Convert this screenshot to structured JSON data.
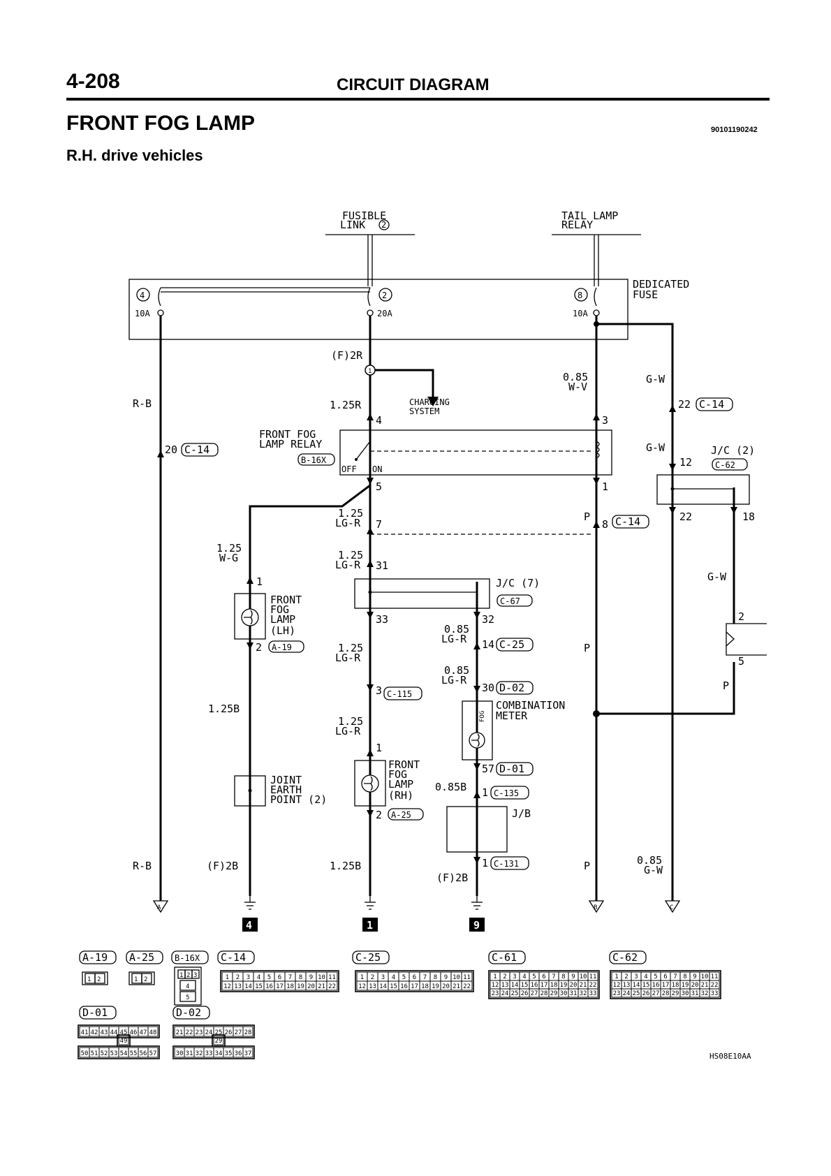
{
  "header": {
    "page_number": "4-208",
    "section": "CIRCUIT DIAGRAM",
    "title": "FRONT FOG LAMP",
    "doc_code": "90101190242",
    "subtitle": "R.H. drive vehicles"
  },
  "sources": {
    "fusible_link_line1": "FUSIBLE",
    "fusible_link_line2": "LINK",
    "fusible_link_num": "2",
    "tail_lamp_line1": "TAIL LAMP",
    "tail_lamp_line2": "RELAY"
  },
  "fuse_box": {
    "label_line1": "DEDICATED",
    "label_line2": "FUSE",
    "fuses": [
      {
        "num": "4",
        "rating": "10A"
      },
      {
        "num": "2",
        "rating": "20A"
      },
      {
        "num": "8",
        "rating": "10A"
      }
    ]
  },
  "relay": {
    "name_line1": "FRONT FOG",
    "name_line2": "LAMP RELAY",
    "connector": "B-16X",
    "off_label": "OFF",
    "on_label": "ON",
    "pins": {
      "p4": "4",
      "p3": "3",
      "p5": "5",
      "p1": "1"
    }
  },
  "branch": {
    "num": "1",
    "target_line1": "CHARGING",
    "target_line2": "SYSTEM"
  },
  "wires": {
    "f2r": "(F)2R",
    "r125": "1.25R",
    "wv_line1": "0.85",
    "wv_line2": "W-V",
    "rb": "R-B",
    "rb_bottom": "R-B",
    "gw1": "G-W",
    "gw2": "G-W",
    "gw3": "G-W",
    "lgr1_line1": "1.25",
    "lgr1_line2": "LG-R",
    "lgr2_line1": "1.25",
    "lgr2_line2": "LG-R",
    "lgr3_line1": "1.25",
    "lgr3_line2": "LG-R",
    "lgr4_line1": "1.25",
    "lgr4_line2": "LG-R",
    "wg_line1": "1.25",
    "wg_line2": "W-G",
    "lgr085a_line1": "0.85",
    "lgr085a_line2": "LG-R",
    "lgr085b_line1": "0.85",
    "lgr085b_line2": "LG-R",
    "p1": "P",
    "p2": "P",
    "p3": "P",
    "p4": "P",
    "b125": "1.25B",
    "b125_bottom": "1.25B",
    "b085": "0.85B",
    "f2b_1": "(F)2B",
    "f2b_2": "(F)2B",
    "gw085_line1": "0.85",
    "gw085_line2": "G-W"
  },
  "connectors": {
    "c14_20": {
      "pin": "20",
      "conn": "C-14"
    },
    "c14_22": {
      "pin": "22",
      "conn": "C-14"
    },
    "c14_8": {
      "pin": "8",
      "conn": "C-14"
    },
    "jc2": {
      "name": "J/C (2)",
      "conn": "C-62",
      "pin12": "12",
      "pin22": "22",
      "pin18": "18"
    },
    "jc7": {
      "name": "J/C (7)",
      "conn": "C-67",
      "pin31": "31",
      "pin33": "33",
      "pin32": "32"
    },
    "relay_pin7": "7",
    "c25_14": {
      "pin": "14",
      "conn": "C-25"
    },
    "d02_30": {
      "pin": "30",
      "conn": "D-02"
    },
    "c115_3": {
      "pin": "3",
      "conn": "C-115"
    },
    "d01_57": {
      "pin": "57",
      "conn": "D-01"
    },
    "c135_1": {
      "pin": "1",
      "conn": "C-135"
    },
    "c131_1": {
      "pin": "1",
      "conn": "C-131"
    },
    "side_conn": {
      "pin2": "2",
      "pin5": "5"
    }
  },
  "components": {
    "lamp_lh": {
      "line1": "FRONT",
      "line2": "FOG",
      "line3": "LAMP",
      "line4": "(LH)",
      "pin1": "1",
      "pin2": "2",
      "conn": "A-19"
    },
    "lamp_rh": {
      "line1": "FRONT",
      "line2": "FOG",
      "line3": "LAMP",
      "line4": "(RH)",
      "pin1": "1",
      "pin2": "2",
      "conn": "A-25"
    },
    "earth_point": {
      "line1": "JOINT",
      "line2": "EARTH",
      "line3": "POINT (2)"
    },
    "meter": {
      "line1": "COMBINATION",
      "line2": "METER",
      "indicator": "FOG"
    },
    "jb": "J/B"
  },
  "terminals": {
    "a": "A",
    "b": "B",
    "c": "C",
    "earth_4": "4",
    "earth_1": "1",
    "earth_9": "9"
  },
  "connector_views": {
    "labels": [
      "A-19",
      "A-25",
      "B-16X",
      "C-14",
      "C-25",
      "C-61",
      "C-62",
      "D-01",
      "D-02"
    ],
    "a19_pins": [
      "1",
      "2"
    ],
    "a25_pins": [
      "1",
      "2"
    ],
    "b16x_pins": [
      "1",
      "2",
      "3",
      "4",
      "5"
    ],
    "c14_pins": [
      "1",
      "2",
      "3",
      "4",
      "5",
      "6",
      "7",
      "8",
      "9",
      "10",
      "11",
      "12",
      "13",
      "14",
      "15",
      "16",
      "17",
      "18",
      "19",
      "20",
      "21",
      "22"
    ],
    "c25_pins": [
      "1",
      "2",
      "3",
      "4",
      "5",
      "6",
      "7",
      "8",
      "9",
      "10",
      "11",
      "12",
      "13",
      "14",
      "15",
      "16",
      "17",
      "18",
      "19",
      "20",
      "21",
      "22"
    ],
    "c61_pins": [
      "1",
      "2",
      "3",
      "4",
      "5",
      "6",
      "7",
      "8",
      "9",
      "10",
      "11",
      "12",
      "13",
      "14",
      "15",
      "16",
      "17",
      "18",
      "19",
      "20",
      "21",
      "22",
      "23",
      "24",
      "25",
      "26",
      "27",
      "28",
      "29",
      "30",
      "31",
      "32",
      "33"
    ],
    "c62_pins": [
      "1",
      "2",
      "3",
      "4",
      "5",
      "6",
      "7",
      "8",
      "9",
      "10",
      "11",
      "12",
      "13",
      "14",
      "15",
      "16",
      "17",
      "18",
      "19",
      "20",
      "21",
      "22",
      "23",
      "24",
      "25",
      "26",
      "27",
      "28",
      "29",
      "30",
      "31",
      "32",
      "33"
    ],
    "d01_pins": [
      "41",
      "42",
      "43",
      "44",
      "45",
      "46",
      "47",
      "48",
      "49",
      "50",
      "51",
      "52",
      "53",
      "54",
      "55",
      "56",
      "57"
    ],
    "d02_pins": [
      "21",
      "22",
      "23",
      "24",
      "25",
      "26",
      "27",
      "28",
      "29",
      "30",
      "31",
      "32",
      "33",
      "34",
      "35",
      "36",
      "37"
    ]
  },
  "figure_code": "HS08E10AA"
}
